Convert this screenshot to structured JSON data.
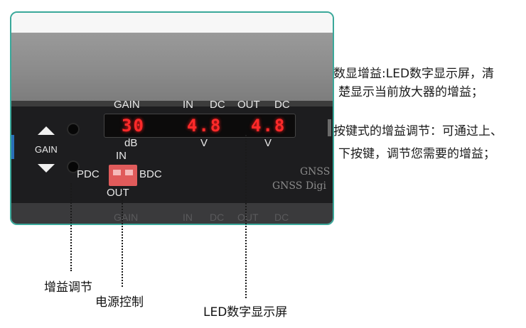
{
  "panel": {
    "gain_header": "GAIN",
    "in_header": "IN",
    "in_dc_header": "DC",
    "out_header": "OUT",
    "out_dc_header": "DC",
    "button_label": "GAIN",
    "led_gain": "30",
    "led_in": "4.8",
    "led_out": "4.8",
    "unit_db": "dB",
    "unit_v_in": "V",
    "unit_v_out": "V",
    "switch_in": "IN",
    "switch_out": "OUT",
    "switch_left": "PDC",
    "switch_right": "BDC",
    "brand_line1": "GNSS",
    "brand_line2": "GNSS Digi",
    "ghost_gain": "GAIN",
    "ghost_in": "IN",
    "ghost_dc": "DC",
    "ghost_out": "OUT",
    "ghost_dc2": "DC"
  },
  "callouts": {
    "gain_adjust": "增益调节",
    "power_control": "电源控制",
    "led_display": "LED数字显示屏"
  },
  "descriptions": {
    "led_line1": "数显增益:LED数字显示屏，清",
    "led_line2": "楚显示当前放大器的增益；",
    "key_line1": "按键式的增益调节：可通过上、",
    "key_line2": "下按键，调节您需要的增益；"
  },
  "colors": {
    "frame": "#3aa89a",
    "led": "#ff2a2a",
    "panel": "#1d1d1f",
    "dip_switch": "#e05b5b"
  }
}
